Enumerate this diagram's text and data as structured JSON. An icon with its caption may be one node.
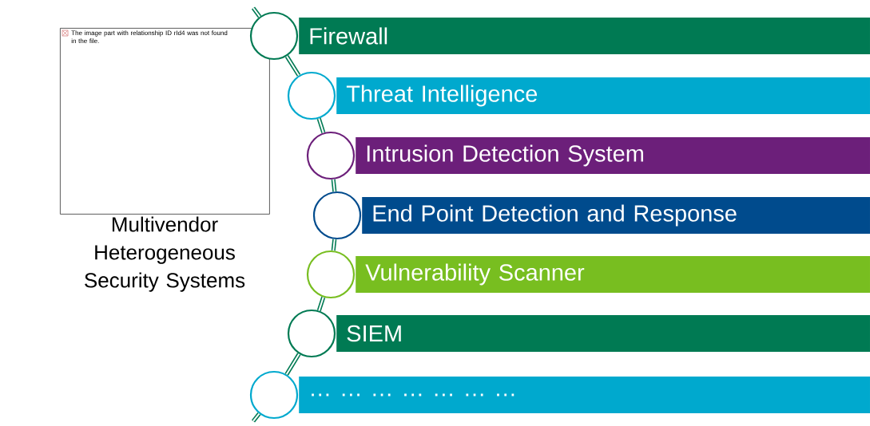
{
  "diagram": {
    "nodes": [
      {
        "text": [
          "The image part with relationship ID rId4 was not found in the file."
        ],
        "beside": [
          "Multivendor Heterogeneous Security Systems"
        ]
      },
      {
        "text": [],
        "shape": "circle"
      },
      {
        "text": [
          "Firewall"
        ]
      },
      {
        "text": [],
        "shape": "circle"
      },
      {
        "text": [
          "Threat Intelligence"
        ]
      },
      {
        "text": [],
        "shape": "circle"
      },
      {
        "text": [
          "Intrusion Detection System"
        ]
      },
      {
        "text": [],
        "shape": "circle"
      },
      {
        "text": [
          "End Point Detection and Response"
        ]
      },
      {
        "text": [],
        "shape": "circle"
      },
      {
        "text": [
          "Vulnerability Scanner"
        ]
      },
      {
        "text": [],
        "shape": "circle"
      },
      {
        "text": [
          "SIEM"
        ]
      },
      {
        "text": [],
        "shape": "circle"
      },
      {
        "text": [
          "… …  … … … … …"
        ]
      }
    ],
    "edges": [
      {
        "from": null,
        "to": 1,
        "arrow": "none"
      },
      {
        "from": 1,
        "to": 3,
        "arrow": "none"
      },
      {
        "from": 3,
        "to": 5,
        "arrow": "none"
      },
      {
        "from": 5,
        "to": 7,
        "arrow": "none"
      },
      {
        "from": 7,
        "to": 9,
        "arrow": "none"
      },
      {
        "from": 9,
        "to": 11,
        "arrow": "none"
      },
      {
        "from": 11,
        "to": 13,
        "arrow": "none"
      },
      {
        "from": 13,
        "to": null,
        "arrow": "none"
      }
    ]
  }
}
